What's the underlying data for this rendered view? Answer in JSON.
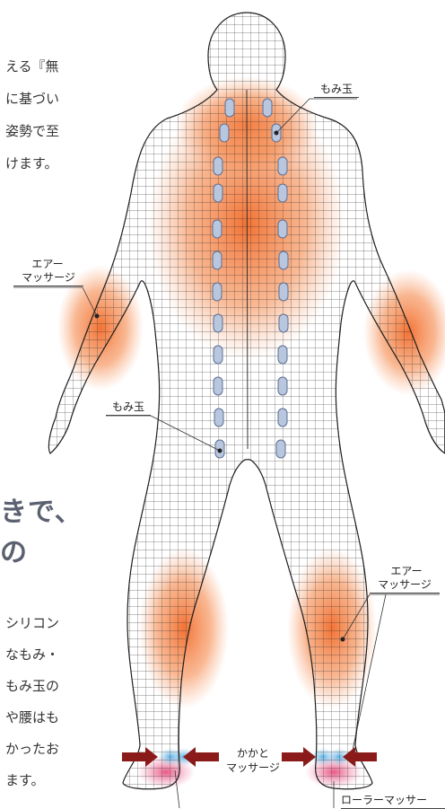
{
  "left_text": [
    "える『無",
    "に基づい",
    "姿勢で至",
    "けます。"
  ],
  "heading_lines": [
    "きで、",
    "の"
  ],
  "body_lines": [
    "シリコン",
    "なもみ・",
    "もみ玉の",
    "や腰はも",
    "かったお",
    "ます。"
  ],
  "labels": {
    "momi_top": "もみ玉",
    "momi_mid": "もみ玉",
    "air_left_line1": "エアー",
    "air_left_line2": "マッサージ",
    "air_right_line1": "エアー",
    "air_right_line2": "マッサージ",
    "heel_line1": "かかと",
    "heel_line2": "マッサージ",
    "roller": "ローラーマッサー"
  },
  "colors": {
    "heat": "#f26b2a",
    "roller_glow": "#e8457a",
    "arrow": "#8b1a1a",
    "nodes": "#8fa3c4"
  }
}
